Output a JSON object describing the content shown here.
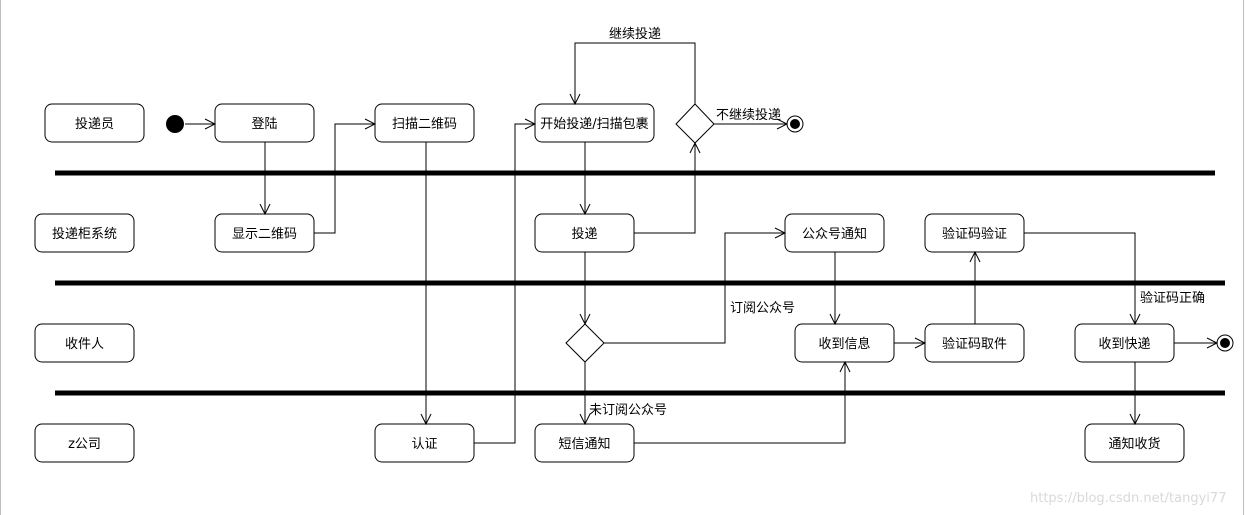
{
  "colors": {
    "stroke": "#000000",
    "background": "#ffffff",
    "watermark": "#d9d9d9"
  },
  "lanes": [
    "投递员",
    "投递柜系统",
    "收件人",
    "z公司"
  ],
  "nodes": {
    "login": "登陆",
    "show_qr": "显示二维码",
    "scan_qr": "扫描二维码",
    "start_delivery": "开始投递/扫描包裹",
    "deliver": "投递",
    "wechat_notice": "公众号通知",
    "verify_code": "验证码验证",
    "receive_info": "收到信息",
    "code_pickup": "验证码取件",
    "receive_parcel": "收到快递",
    "authenticate": "认证",
    "sms_notice": "短信通知",
    "notify_receipt": "通知收货"
  },
  "labels": {
    "continue": "继续投递",
    "stop": "不继续投递",
    "subscribed": "订阅公众号",
    "not_subscribed": "未订阅公众号",
    "code_ok": "验证码正确"
  },
  "watermark": "https://blog.csdn.net/tangyi77"
}
